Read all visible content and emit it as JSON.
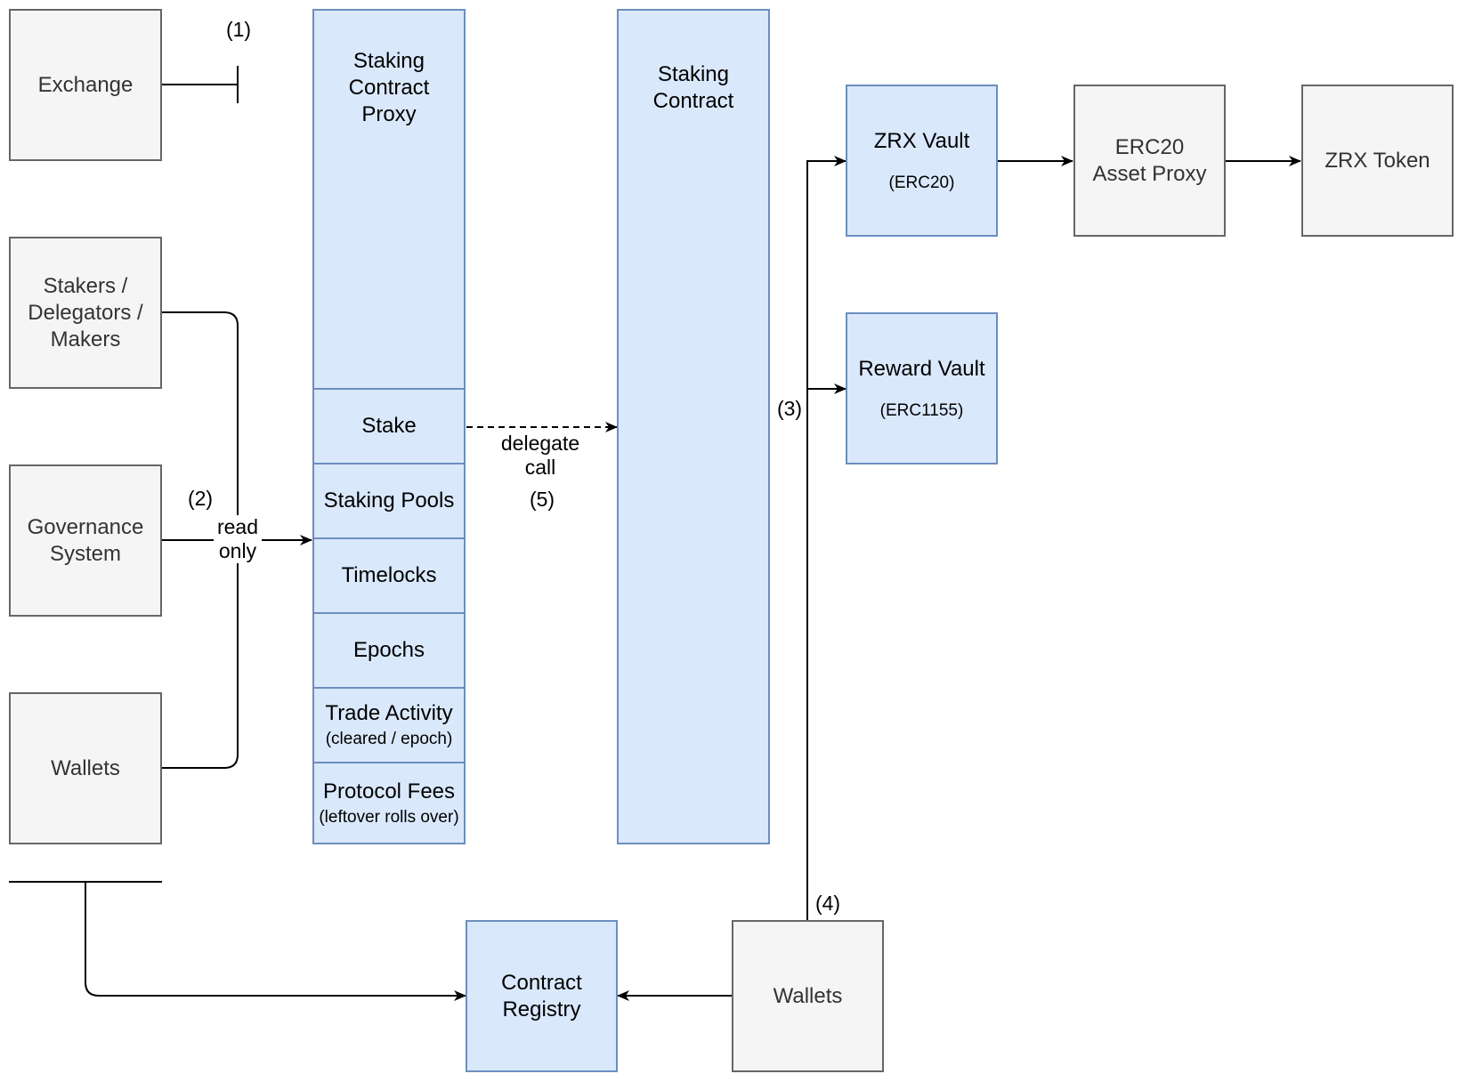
{
  "nodes": {
    "exchange": "Exchange",
    "stakers": "Stakers /\nDelegators /\nMakers",
    "governance": "Governance\nSystem",
    "wallets_left": "Wallets",
    "proxy": "Staking\nContract\nProxy",
    "stake": "Stake",
    "staking_pools": "Staking Pools",
    "timelocks": "Timelocks",
    "epochs": "Epochs",
    "trade_activity": "Trade Activity",
    "trade_activity_sub": "(cleared / epoch)",
    "protocol_fees": "Protocol Fees",
    "protocol_fees_sub": "(leftover rolls over)",
    "staking_contract": "Staking\nContract",
    "zrx_vault": "ZRX Vault",
    "zrx_vault_sub": "(ERC20)",
    "reward_vault": "Reward Vault",
    "reward_vault_sub": "(ERC1155)",
    "erc20_proxy": "ERC20\nAsset Proxy",
    "zrx_token": "ZRX Token",
    "contract_registry": "Contract\nRegistry",
    "wallets_bottom": "Wallets"
  },
  "labels": {
    "l1": "(1)",
    "l2": "(2)",
    "read_only": "read\nonly",
    "delegate_call": "delegate\ncall",
    "l5": "(5)",
    "l3": "(3)",
    "l4": "(4)"
  },
  "colors": {
    "gray_fill": "#f5f5f5",
    "gray_stroke": "#666666",
    "blue_fill": "#dae8fc",
    "blue_stroke": "#6c8ebf"
  }
}
